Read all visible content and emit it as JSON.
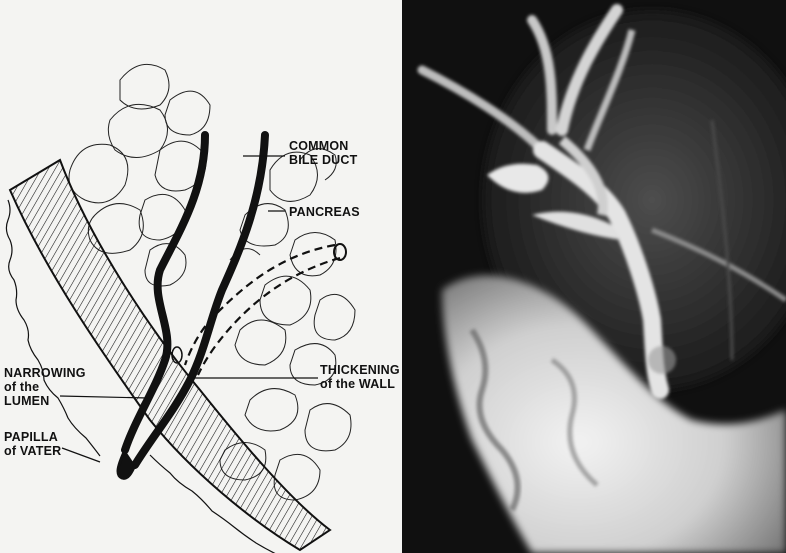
{
  "labels": {
    "common_bile_duct_line1": "COMMON",
    "common_bile_duct_line2": "BILE DUCT",
    "pancreas": "PANCREAS",
    "thickening_line1": "THICKENING",
    "thickening_line2": "of the WALL",
    "narrowing_line1": "NARROWING",
    "narrowing_line2": "of the",
    "narrowing_line3": "LUMEN",
    "papilla_line1": "PAPILLA",
    "papilla_line2": "of VATER"
  },
  "colors": {
    "ink": "#111111",
    "paper": "#f4f4f2",
    "xray_background": "#0e0e0e",
    "contrast": "#e6e6e6"
  }
}
